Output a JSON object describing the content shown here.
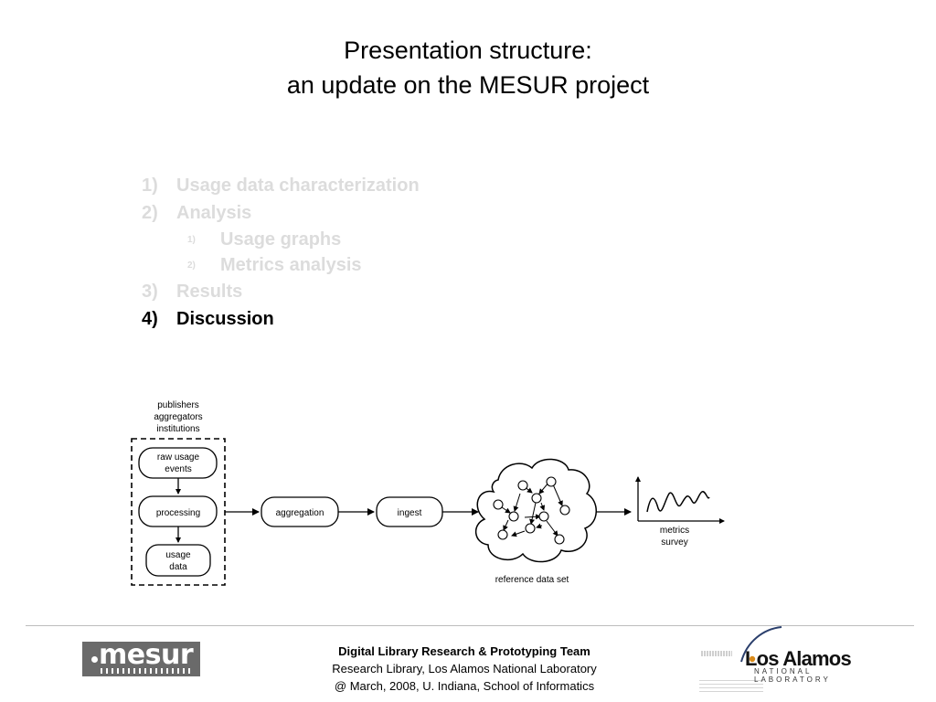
{
  "slide": {
    "title_line1": "Presentation structure:",
    "title_line2": "an update on the MESUR project"
  },
  "outline": [
    {
      "num": "1)",
      "label": "Usage data characterization",
      "level": 1,
      "active": false
    },
    {
      "num": "2)",
      "label": "Analysis",
      "level": 1,
      "active": false
    },
    {
      "num": "1)",
      "label": "Usage graphs",
      "level": 2,
      "active": false
    },
    {
      "num": "2)",
      "label": "Metrics analysis",
      "level": 2,
      "active": false
    },
    {
      "num": "3)",
      "label": "Results",
      "level": 1,
      "active": false
    },
    {
      "num": "4)",
      "label": "Discussion",
      "level": 1,
      "active": true
    }
  ],
  "diagram": {
    "sources_line1": "publishers",
    "sources_line2": "aggregators",
    "sources_line3": "institutions",
    "raw_usage_line1": "raw usage",
    "raw_usage_line2": "events",
    "processing": "processing",
    "usage_data_line1": "usage",
    "usage_data_line2": "data",
    "aggregation": "aggregation",
    "ingest": "ingest",
    "reference_data_set": "reference data set",
    "metrics_line1": "metrics",
    "metrics_line2": "survey"
  },
  "footer": {
    "team": "Digital Library Research & Prototyping Team",
    "line2": "Research Library, Los Alamos National Laboratory",
    "line3": "@ March, 2008, U. Indiana, School of Informatics"
  },
  "logos": {
    "mesur_text": "mesur",
    "lanl_name": "Los Alamos",
    "lanl_sub": "NATIONAL LABORATORY"
  },
  "colors": {
    "inactive_outline": "#dcdcdc",
    "active_outline": "#000000",
    "mesur_logo_bg": "#6a6a6a"
  }
}
